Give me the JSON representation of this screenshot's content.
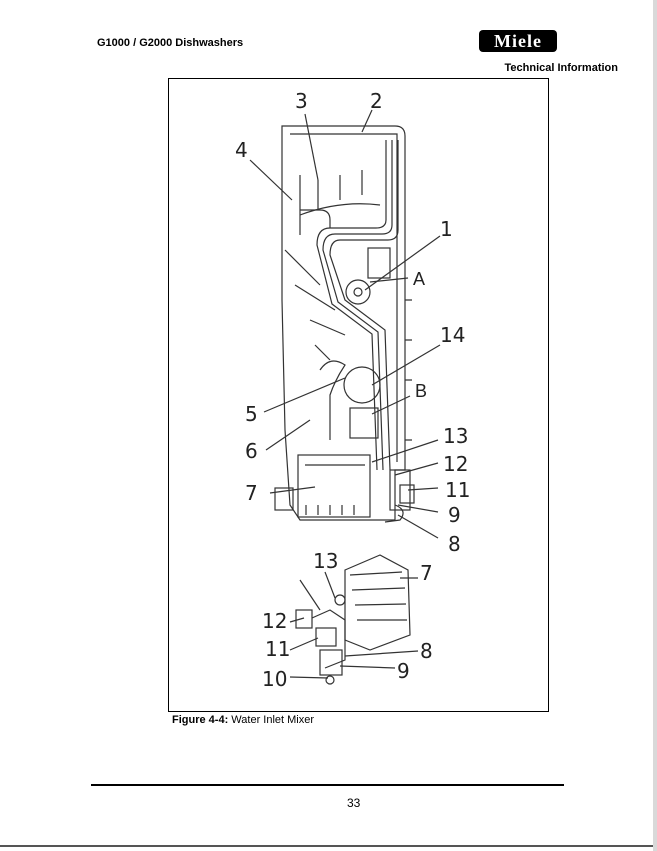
{
  "header": {
    "title": "G1000 / G2000 Dishwashers",
    "logo_text": "Miele",
    "section": "Technical Information"
  },
  "figure": {
    "caption_label": "Figure 4-4:",
    "caption_text": "Water Inlet Mixer",
    "upper_callouts": [
      "1",
      "2",
      "3",
      "4",
      "5",
      "6",
      "7",
      "8",
      "9",
      "11",
      "12",
      "13",
      "14"
    ],
    "upper_letters": [
      "A",
      "B"
    ],
    "lower_callouts": [
      "7",
      "8",
      "9",
      "10",
      "11",
      "12",
      "13"
    ]
  },
  "footer": {
    "page_number": "33"
  }
}
